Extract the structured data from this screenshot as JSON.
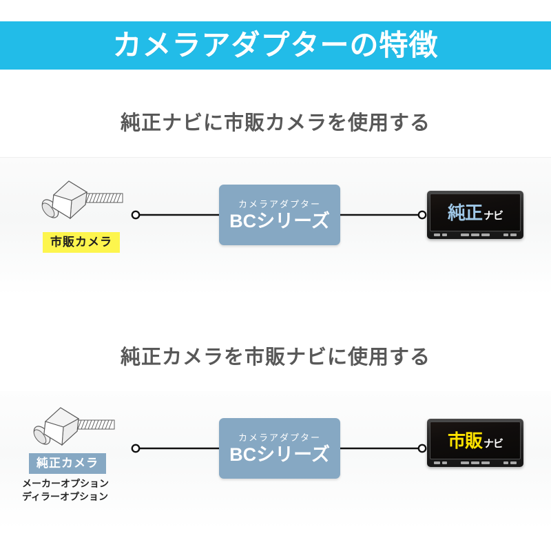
{
  "banner": {
    "title": "カメラアダプターの特徴",
    "bg_color": "#22BCE8",
    "text_color": "#FFFFFF"
  },
  "sections": [
    {
      "title": "純正ナビに市販カメラを使用する",
      "source": {
        "icon": "camera-icon",
        "label": "市販カメラ",
        "label_bg": "#FDF54D",
        "label_color": "#1F1F1F",
        "notes": []
      },
      "adapter": {
        "sub_label": "カメラアダプター",
        "main_label": "BCシリーズ",
        "bg_color": "#86A8C3"
      },
      "target": {
        "icon": "car-navigation-icon",
        "big_text": "純正",
        "big_color": "#9FC8E8",
        "small_text": "ナビ",
        "small_color": "#FFFFFF"
      },
      "connector_left": "line-with-node",
      "connector_right": "line-with-node"
    },
    {
      "title": "純正カメラを市販ナビに使用する",
      "source": {
        "icon": "camera-icon",
        "label": "純正カメラ",
        "label_bg": "#86A8C3",
        "label_color": "#FFFFFF",
        "notes": [
          "メーカーオプション",
          "ディラーオプション"
        ]
      },
      "adapter": {
        "sub_label": "カメラアダプター",
        "main_label": "BCシリーズ",
        "bg_color": "#86A8C3"
      },
      "target": {
        "icon": "car-navigation-icon",
        "big_text": "市販",
        "big_color": "#FFE400",
        "small_text": "ナビ",
        "small_color": "#FFFFFF"
      },
      "connector_left": "line-with-node",
      "connector_right": "line-with-node"
    }
  ]
}
